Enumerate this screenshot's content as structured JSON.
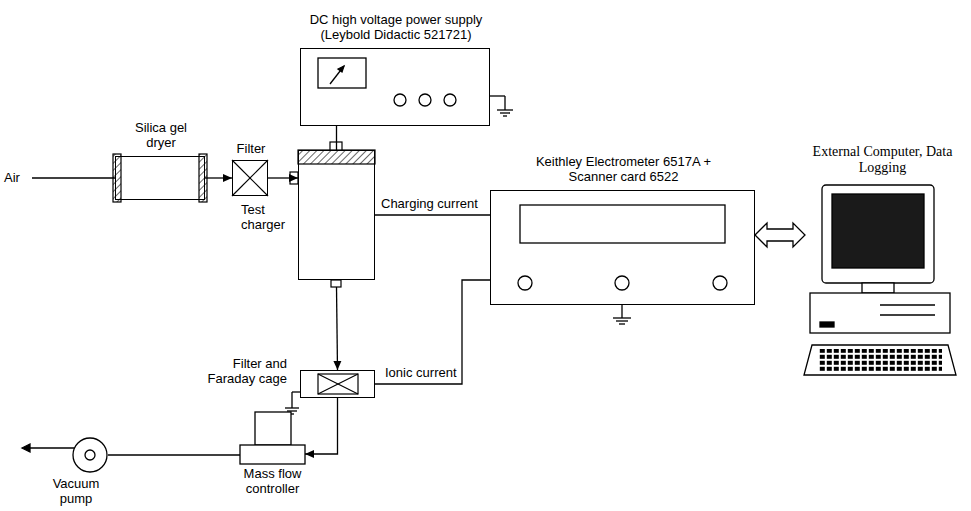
{
  "diagram": {
    "nodes": [
      {
        "text": [
          "DC high voltage power supply (Leybold Didactic 521721)"
        ]
      },
      {
        "text": [
          "Silica gel dryer"
        ]
      },
      {
        "text": [
          "Filter"
        ]
      },
      {
        "text": [
          "Test charger"
        ]
      },
      {
        "text": [
          "Keithley Electrometer 6517A + Scanner card 6522"
        ]
      },
      {
        "text": [
          "External Computer, Data Logging"
        ]
      },
      {
        "text": [
          "Filter and Faraday cage"
        ]
      },
      {
        "text": [
          "Mass flow controller"
        ]
      },
      {
        "text": [
          "Vacuum pump"
        ]
      }
    ],
    "edges": [
      {
        "from": 0,
        "to": 3,
        "arrow": "none"
      },
      {
        "from": 1,
        "to": 2,
        "arrow": "to"
      },
      {
        "from": 2,
        "to": 3,
        "arrow": "to"
      },
      {
        "from": 3,
        "to": 4,
        "label": "Charging current",
        "arrow": "none"
      },
      {
        "from": 3,
        "to": 6,
        "arrow": "to"
      },
      {
        "from": 6,
        "to": 4,
        "label": "Ionic current",
        "arrow": "none"
      },
      {
        "from": 4,
        "to": 5,
        "arrow": "both"
      },
      {
        "from": 6,
        "to": 7,
        "arrow": "to"
      },
      {
        "from": 7,
        "to": 8,
        "arrow": "none"
      }
    ],
    "labels": [
      "Air"
    ]
  }
}
